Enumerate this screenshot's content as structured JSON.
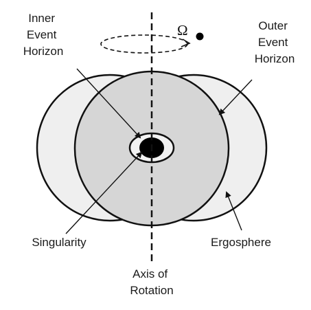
{
  "labels": {
    "inner_horizon": [
      "Inner",
      "Event",
      "Horizon"
    ],
    "outer_horizon": [
      "Outer",
      "Event",
      "Horizon"
    ],
    "singularity": "Singularity",
    "ergosphere": "Ergosphere",
    "axis": [
      "Axis of",
      "Rotation"
    ],
    "omega": "Ω"
  },
  "colors": {
    "ergosphere_fill": "#efefef",
    "outer_horizon_fill": "#d6d6d6",
    "inner_horizon_fill": "#f2f2f2",
    "singularity_fill": "#000000",
    "stroke": "#111111"
  }
}
